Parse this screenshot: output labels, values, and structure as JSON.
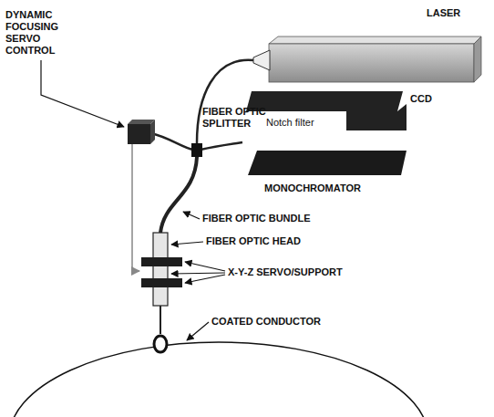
{
  "diagram": {
    "nodes": [
      {
        "text": [
          "LASER"
        ]
      },
      {
        "text": [
          "CCD",
          "Notch filter"
        ]
      },
      {
        "text": [
          "MONOCHROMATOR"
        ]
      }
    ],
    "labels": [
      "DYNAMIC FOCUSING SERVO CONTROL",
      "FIBER OPTIC SPLITTER",
      "FIBER OPTIC BUNDLE",
      "FIBER OPTIC HEAD",
      "X-Y-Z SERVO/SUPPORT",
      "COATED CONDUCTOR"
    ]
  }
}
